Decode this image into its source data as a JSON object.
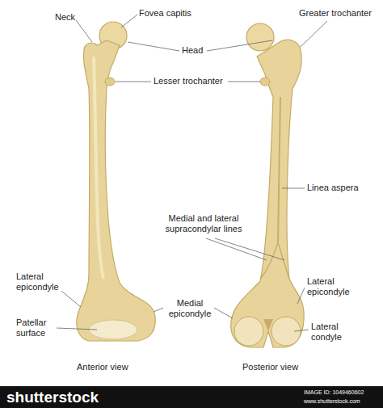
{
  "diagram": {
    "labels": [
      "Neck",
      "Fovea capitis",
      "Greater trochanter",
      "Head",
      "Lesser trochanter",
      "Linea aspera",
      "Medial and lateral supracondylar lines",
      "Lateral epicondyle",
      "Patellar surface",
      "Medial epicondyle",
      "Lateral epicondyle",
      "Lateral condyle",
      "Anterior view",
      "Posterior view",
      "shutterstock",
      "IMAGE ID: 1049460602",
      "www.shutterstock.com"
    ]
  }
}
